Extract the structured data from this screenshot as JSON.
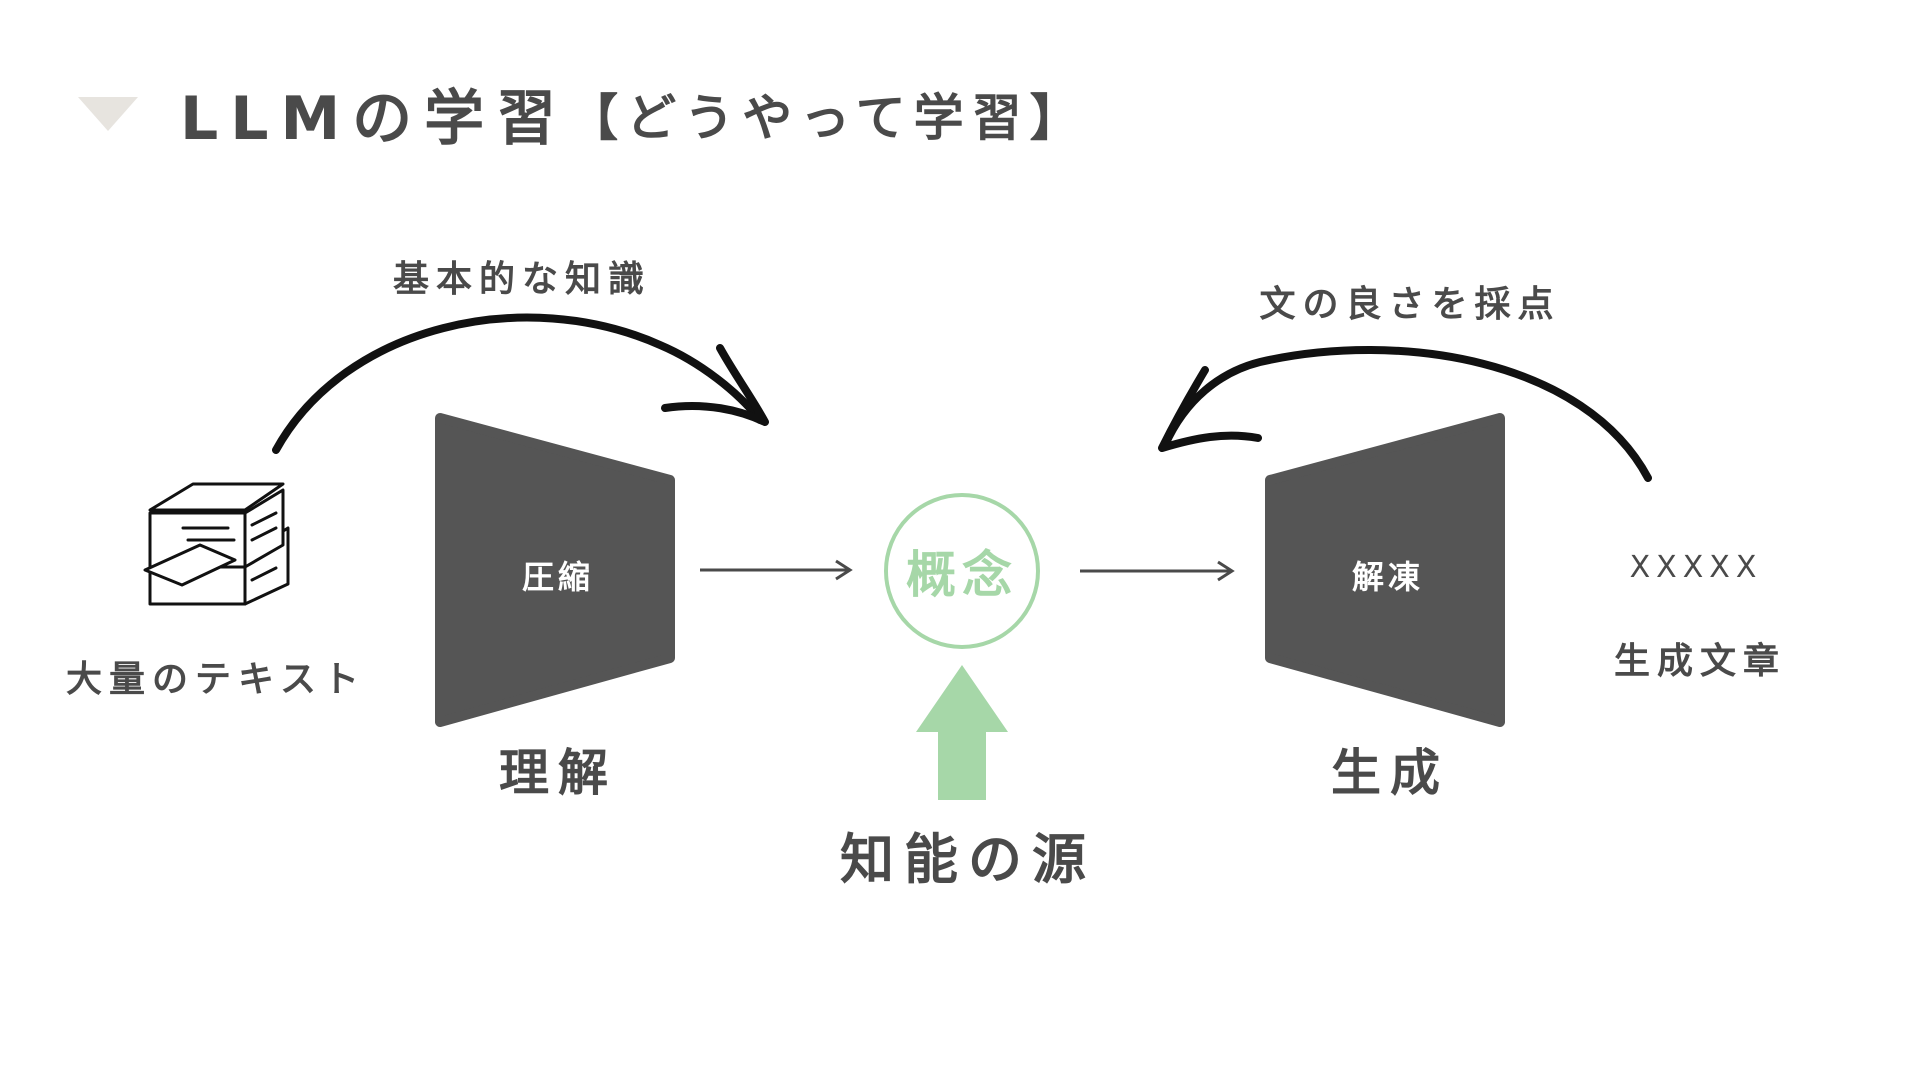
{
  "title": {
    "main": "LLMの学習",
    "sub": "【どうやって学習】"
  },
  "labels": {
    "input_text": "大量のテキスト",
    "basic_knowledge": "基本的な知識",
    "compress": "圧縮",
    "understand": "理解",
    "concept": "概念",
    "source_of_intelligence": "知能の源",
    "decompress": "解凍",
    "generate": "生成",
    "score_sentence": "文の良さを採点",
    "placeholder_text": "XXXXX",
    "generated_text": "生成文章"
  },
  "colors": {
    "text": "#4a4a4a",
    "funnel": "#555555",
    "accent_green": "#a6d7a8",
    "title_marker": "#e7e4df"
  },
  "icons": {
    "document_stack": "document-stack-icon"
  }
}
